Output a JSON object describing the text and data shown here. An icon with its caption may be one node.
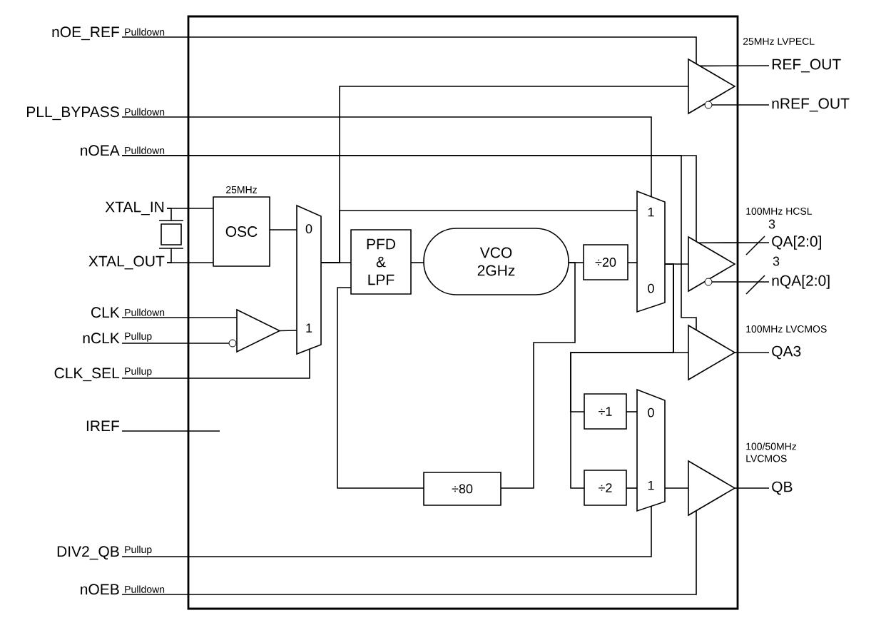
{
  "diagram": {
    "nodes": [
      {
        "text": [
          "nOE_REF"
        ],
        "beside": [
          "Pulldown"
        ]
      },
      {
        "text": [
          "PLL_BYPASS"
        ],
        "beside": [
          "Pulldown"
        ]
      },
      {
        "text": [
          "nOEA"
        ],
        "beside": [
          "Pulldown"
        ]
      },
      {
        "text": [
          "XTAL_IN"
        ]
      },
      {
        "text": [
          "XTAL_OUT"
        ]
      },
      {
        "text": [
          "CLK"
        ],
        "beside": [
          "Pulldown"
        ]
      },
      {
        "text": [
          "nCLK"
        ],
        "beside": [
          "Pullup"
        ]
      },
      {
        "text": [
          "CLK_SEL"
        ],
        "beside": [
          "Pullup"
        ]
      },
      {
        "text": [
          "IREF"
        ]
      },
      {
        "text": [
          "DIV2_QB"
        ],
        "beside": [
          "Pullup"
        ]
      },
      {
        "text": [
          "nOEB"
        ],
        "beside": [
          "Pulldown"
        ]
      },
      {
        "text": [
          "REF_OUT"
        ],
        "beside": [
          "25MHz LVPECL"
        ]
      },
      {
        "text": [
          "nREF_OUT"
        ]
      },
      {
        "text": [
          "QA[2:0]"
        ],
        "beside": [
          "100MHz HCSL",
          "3"
        ]
      },
      {
        "text": [
          "nQA[2:0]"
        ],
        "beside": [
          "3"
        ]
      },
      {
        "text": [
          "QA3"
        ],
        "beside": [
          "100MHz LVCMOS"
        ]
      },
      {
        "text": [
          "QB"
        ],
        "beside": [
          "100/50MHz LVCMOS"
        ]
      },
      {
        "text": [
          "OSC"
        ],
        "beside": [
          "25MHz"
        ]
      },
      {
        "text": [
          "0",
          "1"
        ]
      },
      {
        "text": [],
        "shape": "triangle"
      },
      {
        "text": [
          "PFD & LPF"
        ]
      },
      {
        "text": [
          "VCO 2GHz"
        ]
      },
      {
        "text": [
          "÷20"
        ]
      },
      {
        "text": [
          "1",
          "0"
        ]
      },
      {
        "text": [],
        "shape": "triangle"
      },
      {
        "text": [],
        "shape": "triangle"
      },
      {
        "text": [],
        "shape": "triangle"
      },
      {
        "text": [
          "÷1"
        ]
      },
      {
        "text": [
          "÷2"
        ]
      },
      {
        "text": [
          "0",
          "1"
        ]
      },
      {
        "text": [],
        "shape": "triangle"
      },
      {
        "text": [
          "÷80"
        ]
      },
      {
        "text": [],
        "shape": "crystal"
      }
    ],
    "edges": [
      {
        "from": 0,
        "to": 24,
        "arrow": "none"
      },
      {
        "from": 1,
        "to": 23,
        "arrow": "none"
      },
      {
        "from": 2,
        "to": 25,
        "arrow": "none"
      },
      {
        "from": 2,
        "to": 26,
        "arrow": "none"
      },
      {
        "from": 3,
        "to": 17,
        "arrow": "none"
      },
      {
        "from": 4,
        "to": 17,
        "arrow": "none"
      },
      {
        "from": 5,
        "to": 19,
        "arrow": "none"
      },
      {
        "from": 6,
        "to": 19,
        "arrow": "none"
      },
      {
        "from": 7,
        "to": 18,
        "arrow": "none"
      },
      {
        "from": 8,
        "to": null,
        "arrow": "none"
      },
      {
        "from": 9,
        "to": 29,
        "arrow": "none"
      },
      {
        "from": 10,
        "to": 30,
        "arrow": "none"
      },
      {
        "from": 17,
        "to": 18,
        "arrow": "none"
      },
      {
        "from": 19,
        "to": 18,
        "arrow": "none"
      },
      {
        "from": 18,
        "to": 20,
        "arrow": "none"
      },
      {
        "from": 18,
        "to": 23,
        "arrow": "none"
      },
      {
        "from": 18,
        "to": 24,
        "arrow": "none"
      },
      {
        "from": 20,
        "to": 21,
        "arrow": "none"
      },
      {
        "from": 21,
        "to": 22,
        "arrow": "none"
      },
      {
        "from": 21,
        "to": 31,
        "arrow": "none"
      },
      {
        "from": 31,
        "to": 20,
        "arrow": "none"
      },
      {
        "from": 22,
        "to": 23,
        "arrow": "none"
      },
      {
        "from": 23,
        "to": 25,
        "arrow": "none"
      },
      {
        "from": 23,
        "to": 26,
        "arrow": "none"
      },
      {
        "from": 23,
        "to": 27,
        "arrow": "none"
      },
      {
        "from": 23,
        "to": 28,
        "arrow": "none"
      },
      {
        "from": 27,
        "to": 29,
        "arrow": "none"
      },
      {
        "from": 28,
        "to": 29,
        "arrow": "none"
      },
      {
        "from": 29,
        "to": 30,
        "arrow": "none"
      },
      {
        "from": 24,
        "to": 11,
        "arrow": "none"
      },
      {
        "from": 24,
        "to": 12,
        "arrow": "none"
      },
      {
        "from": 25,
        "to": 13,
        "arrow": "none"
      },
      {
        "from": 25,
        "to": 14,
        "arrow": "none"
      },
      {
        "from": 26,
        "to": 15,
        "arrow": "none"
      },
      {
        "from": 30,
        "to": 16,
        "arrow": "none"
      },
      {
        "from": 3,
        "to": 32,
        "arrow": "none"
      },
      {
        "from": 32,
        "to": 4,
        "arrow": "none"
      }
    ]
  }
}
